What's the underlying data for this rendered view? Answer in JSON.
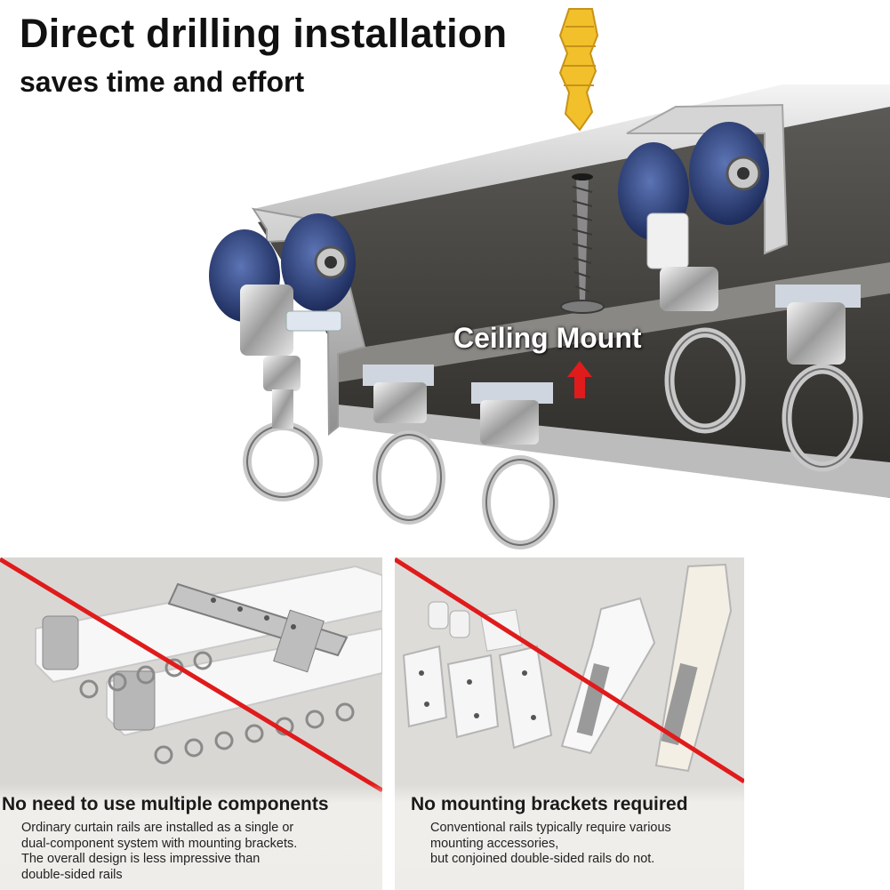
{
  "header": {
    "headline": "Direct drilling installation",
    "subheadline": "saves time and effort"
  },
  "hero": {
    "callout_label": "Ceiling Mount",
    "arrow_icon": "up-arrow-icon",
    "accent_color": "#e01b1b",
    "rail_color": "#c9c9c9",
    "wheel_color": "#2b3f78",
    "anchor_color": "#f2c02a"
  },
  "panels": [
    {
      "title": "No need to use multiple components",
      "lines": [
        "Ordinary curtain rails are installed as a single or",
        "dual-component system with mounting brackets.",
        "The overall design is less impressive than",
        "double-sided rails"
      ]
    },
    {
      "title": "No mounting brackets required",
      "lines": [
        "Conventional rails typically require various",
        "mounting accessories,",
        "but conjoined double-sided rails do not."
      ]
    }
  ]
}
